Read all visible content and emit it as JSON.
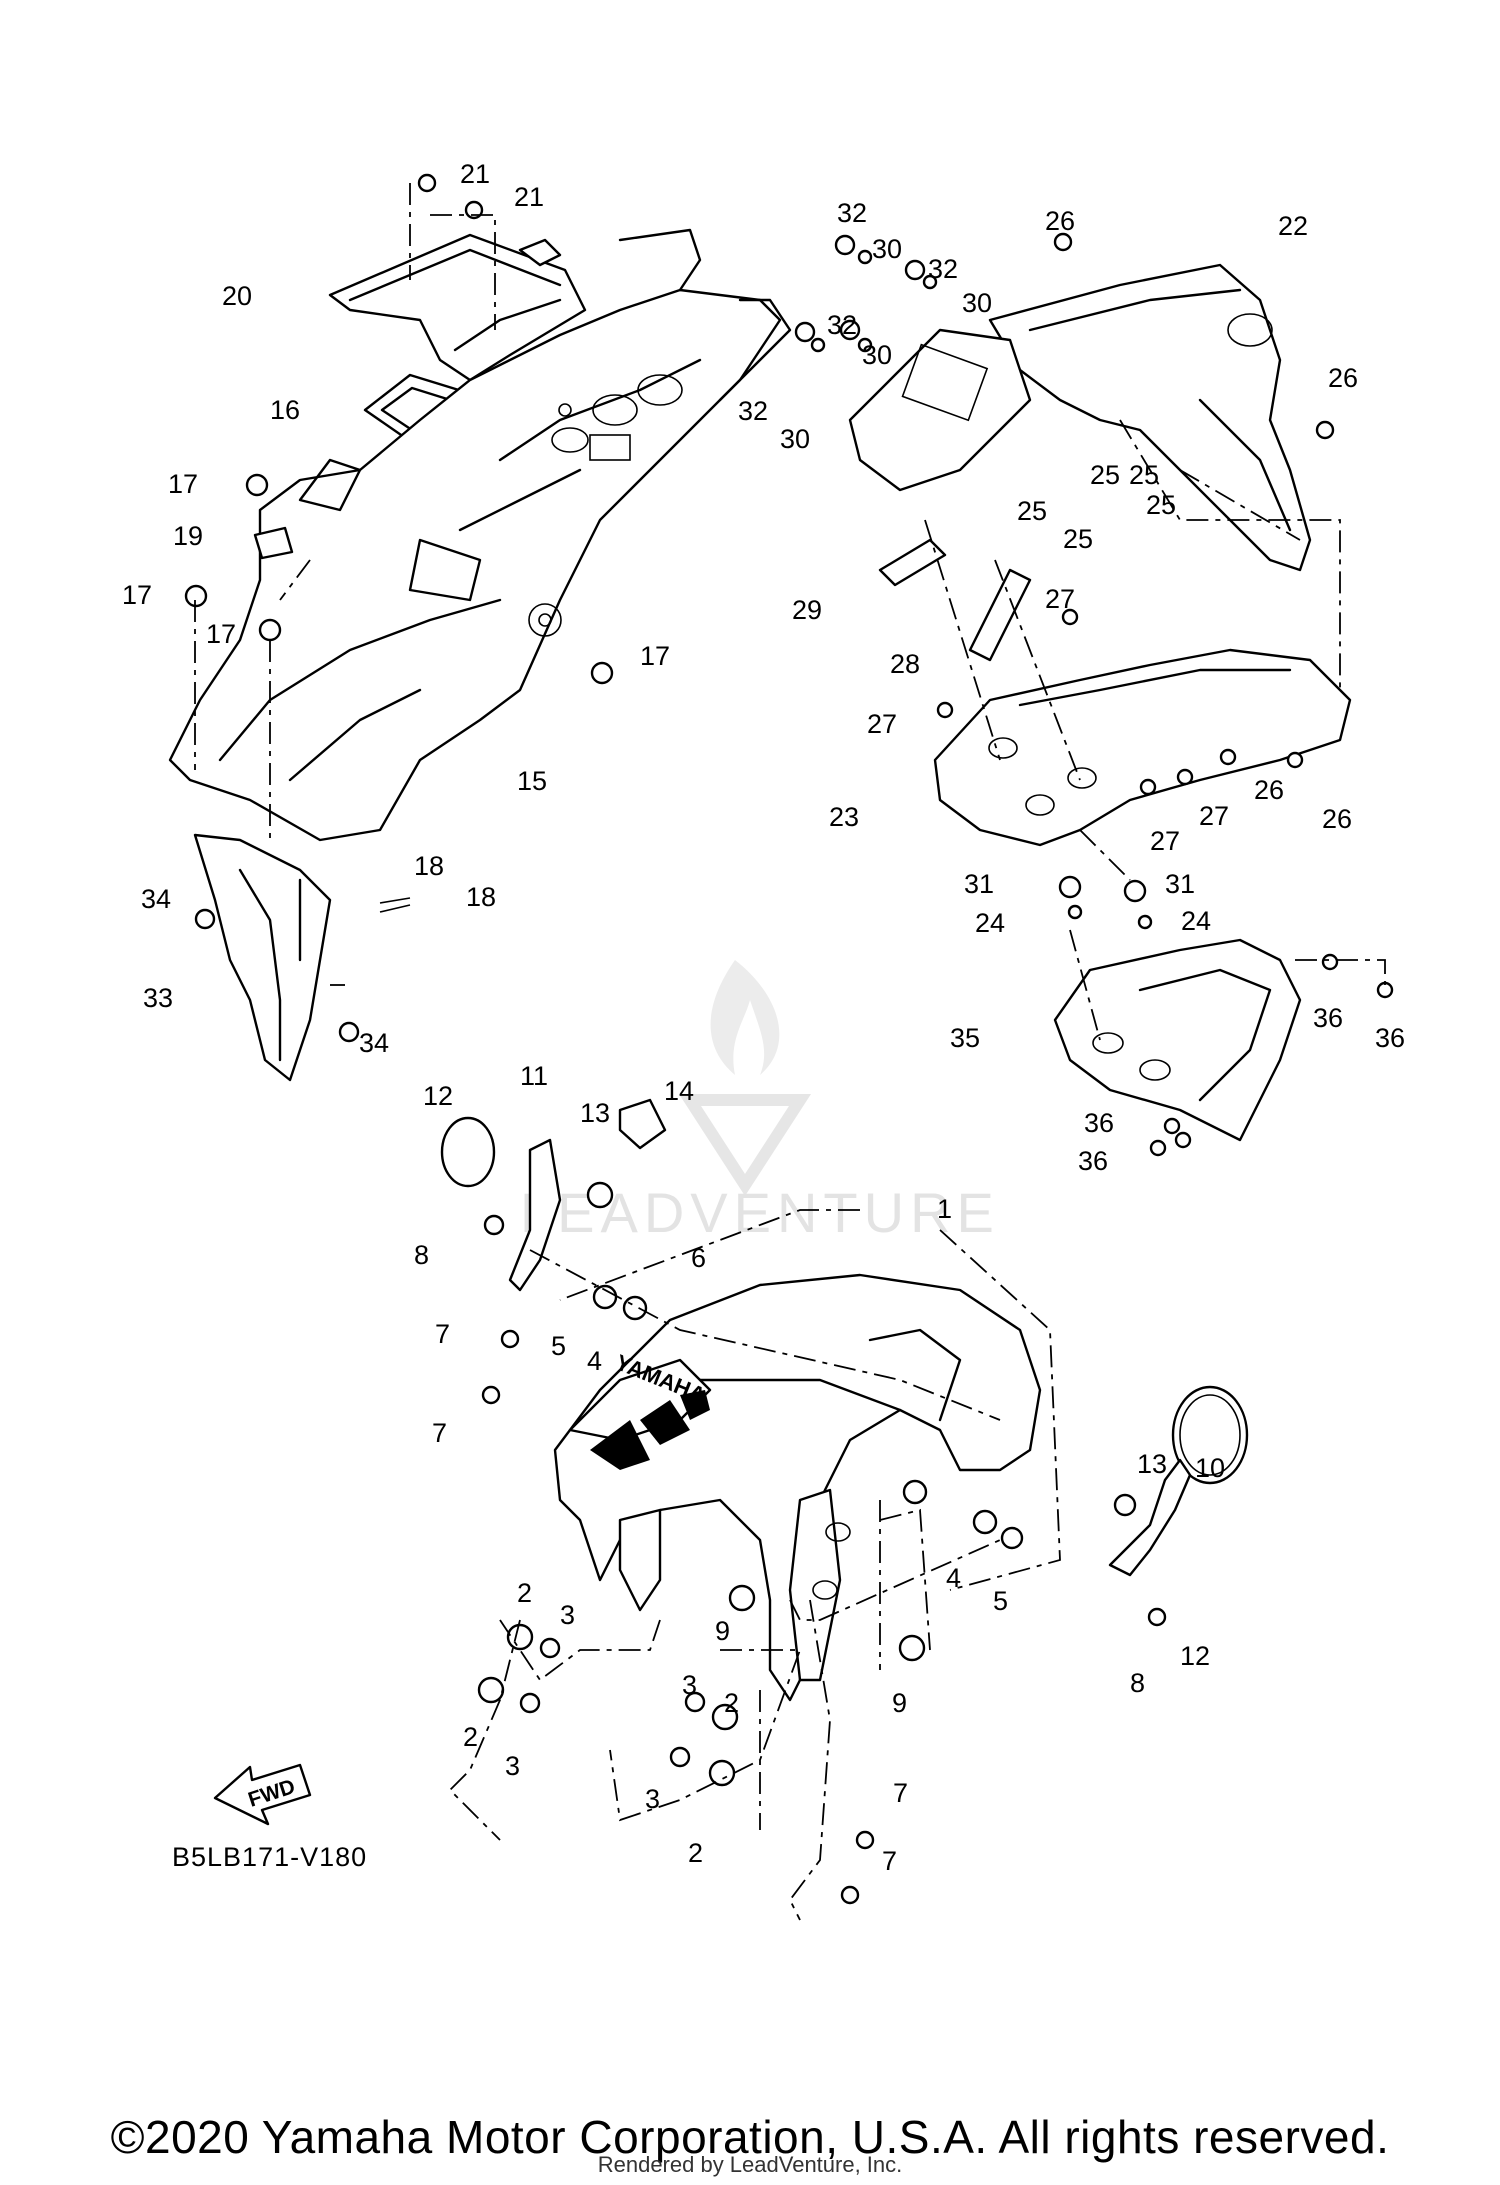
{
  "diagram": {
    "code": "B5LB171-V180",
    "fwd_label": "FWD",
    "watermark": "LEADVENTURE",
    "fender_text": "YAMAHA"
  },
  "callouts": [
    "1",
    "2",
    "3",
    "4",
    "5",
    "6",
    "7",
    "8",
    "9",
    "10",
    "11",
    "12",
    "13",
    "14",
    "15",
    "16",
    "17",
    "18",
    "19",
    "20",
    "21",
    "22",
    "23",
    "24",
    "25",
    "26",
    "27",
    "28",
    "29",
    "30",
    "31",
    "32",
    "33",
    "34",
    "35",
    "36"
  ],
  "footer": {
    "copyright": "©2020 Yamaha Motor Corporation, U.S.A. All rights reserved.",
    "credit": "Rendered by LeadVenture, Inc."
  }
}
